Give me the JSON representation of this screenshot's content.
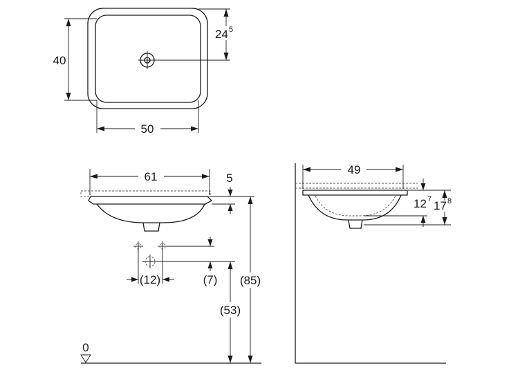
{
  "top_view": {
    "height_label": "40",
    "width_label": "50",
    "drain_offset_main": "24",
    "drain_offset_sup": "5"
  },
  "front_view": {
    "width_label": "61",
    "rim_label": "5",
    "tap_spacing_label": "(12)",
    "tap_offset_label": "(7)",
    "drain_height_label": "(53)",
    "rim_height_label": "(85)",
    "floor_label": "0"
  },
  "side_view": {
    "width_label": "49",
    "depth_inner_main": "12",
    "depth_inner_sup": "7",
    "depth_total_main": "17",
    "depth_total_sup": "8"
  }
}
